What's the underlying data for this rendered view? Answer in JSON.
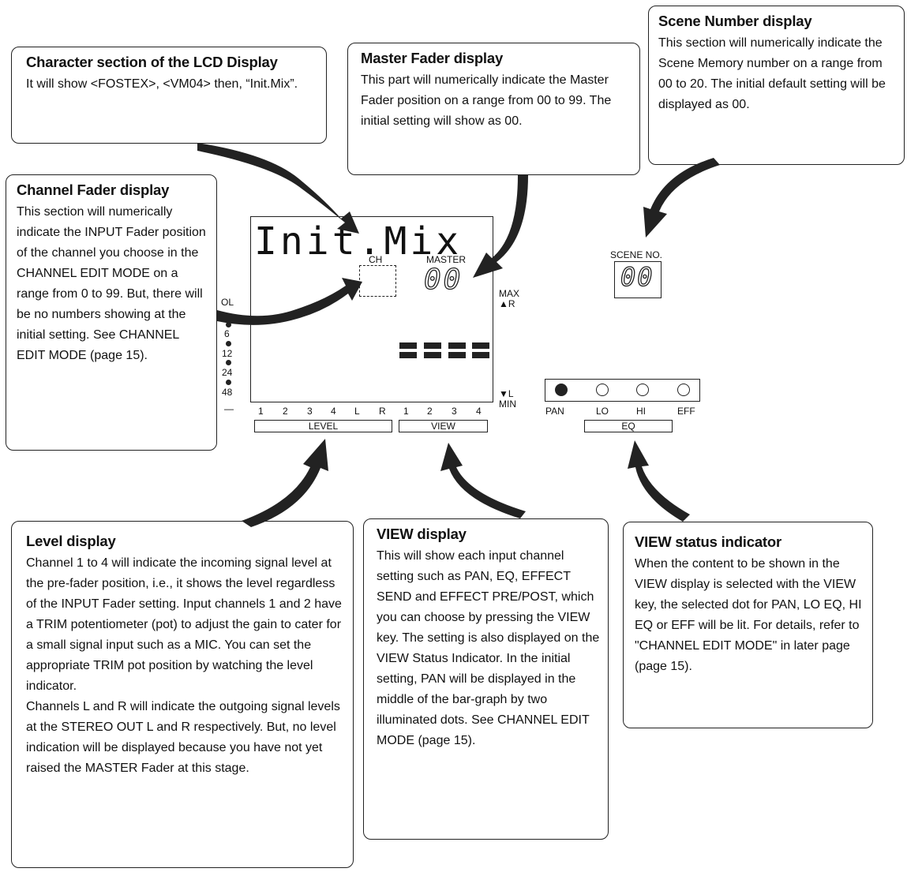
{
  "callouts": {
    "character": {
      "title": "Character section of the LCD Display",
      "body": "It will show <FOSTEX>, <VM04> then, “Init.Mix”."
    },
    "master": {
      "title": "Master Fader display",
      "body": "This part will numerically indicate the Master Fader position on a range from 00 to 99. The initial setting will show as 00."
    },
    "scene": {
      "title": "Scene Number display",
      "body": "This section will numerically indicate the Scene Memory number on a range from 00 to 20. The initial default setting will be displayed as 00."
    },
    "channel": {
      "title": "Channel Fader display",
      "body": "This section will numerically indicate the INPUT Fader position of the channel you choose in the CHANNEL EDIT MODE on a range from 0 to 99. But, there will be no numbers showing at the initial setting. See CHANNEL EDIT MODE (page 15)."
    },
    "level": {
      "title": "Level display",
      "body1": "Channel 1 to 4 will indicate the incoming signal level at the pre-fader position, i.e., it shows the level regardless of the INPUT Fader setting. Input channels 1 and 2 have a TRIM potentiometer (pot) to adjust the gain to cater for a small signal input such as a MIC. You can set the appropriate TRIM pot position by watching the level indicator.",
      "body2": "Channels L and R will indicate the outgoing signal levels at the STEREO OUT L and R respectively. But, no level indication will be displayed because you have not yet raised the MASTER Fader at this stage."
    },
    "view": {
      "title": "VIEW display",
      "body": "This will show each input channel setting such as PAN, EQ, EFFECT SEND and EFFECT PRE/POST, which you can choose by pressing the VIEW key. The setting is also displayed on the VIEW Status Indicator. In the initial setting, PAN will be displayed in the middle of the bar-graph by two illuminated dots. See CHANNEL EDIT MODE (page 15)."
    },
    "status": {
      "title": "VIEW status indicator",
      "body": "When the content to be shown in the VIEW display is selected with the VIEW key, the selected dot for PAN, LO EQ, HI EQ or EFF will be lit. For details, refer to \"CHANNEL EDIT MODE\" in later page (page 15)."
    }
  },
  "lcd": {
    "main_text": "Init.Mix",
    "ch_label": "CH",
    "master_label": "MASTER",
    "master_value": "00",
    "max_label": "MAX",
    "r_label": "▲R",
    "l_label": "▼L",
    "min_label": "MIN",
    "meter_scale": [
      "OL",
      "6",
      "12",
      "24",
      "48",
      "—"
    ],
    "level_channels": [
      "1",
      "2",
      "3",
      "4",
      "L",
      "R"
    ],
    "view_channels": [
      "1",
      "2",
      "3",
      "4"
    ],
    "level_box": "LEVEL",
    "view_box": "VIEW"
  },
  "scene": {
    "label": "SCENE NO.",
    "value": "00"
  },
  "status_indicator": {
    "labels": [
      "PAN",
      "LO",
      "HI",
      "EFF"
    ],
    "lit": [
      true,
      false,
      false,
      false
    ],
    "eq_box": "EQ"
  },
  "colors": {
    "ink": "#222222",
    "background": "#ffffff"
  }
}
